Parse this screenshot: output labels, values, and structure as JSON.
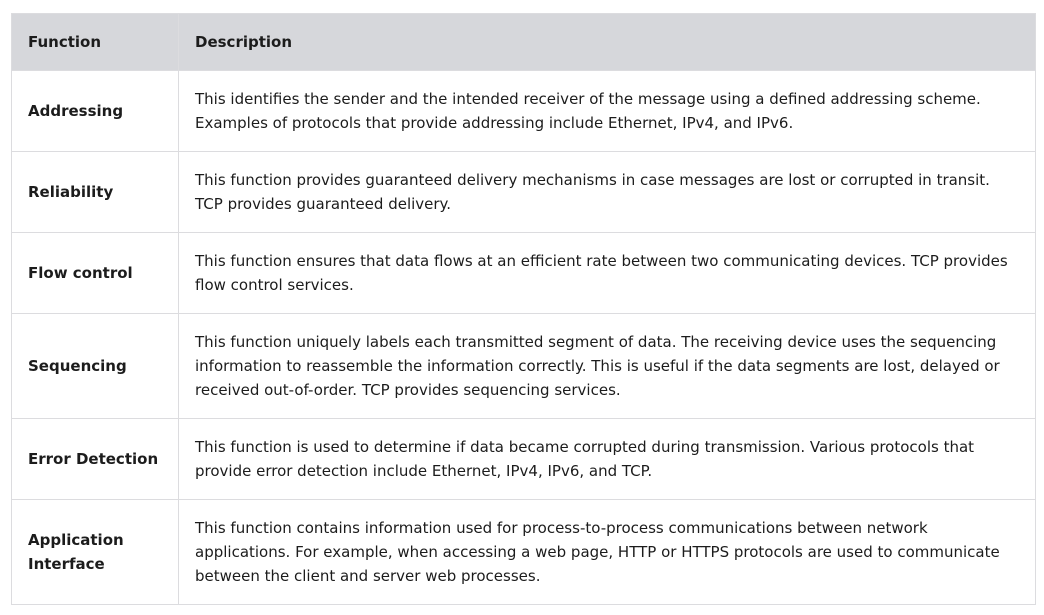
{
  "table": {
    "headers": {
      "function": "Function",
      "description": "Description"
    },
    "rows": [
      {
        "function": "Addressing",
        "description": "This identifies the sender and the intended receiver of the message using a defined addressing scheme. Examples of protocols that provide addressing include Ethernet, IPv4, and IPv6."
      },
      {
        "function": "Reliability",
        "description": "This function provides guaranteed delivery mechanisms in case messages are lost or corrupted in transit. TCP provides guaranteed delivery."
      },
      {
        "function": "Flow control",
        "description": "This function ensures that data flows at an efficient rate between two communicating devices. TCP provides flow control services."
      },
      {
        "function": "Sequencing",
        "description": "This function uniquely labels each transmitted segment of data. The receiving device uses the sequencing information to reassemble the information correctly. This is useful if the data segments are lost, delayed or received out-of-order. TCP provides sequencing services."
      },
      {
        "function": "Error Detection",
        "description": "This function is used to determine if data became corrupted during transmission. Various protocols that provide error detection include Ethernet, IPv4, IPv6, and TCP."
      },
      {
        "function": "Application Interface",
        "description": "This function contains information used for process-to-process communications between network applications. For example, when accessing a web page, HTTP or HTTPS protocols are used to communicate between the client and server web processes."
      }
    ]
  }
}
